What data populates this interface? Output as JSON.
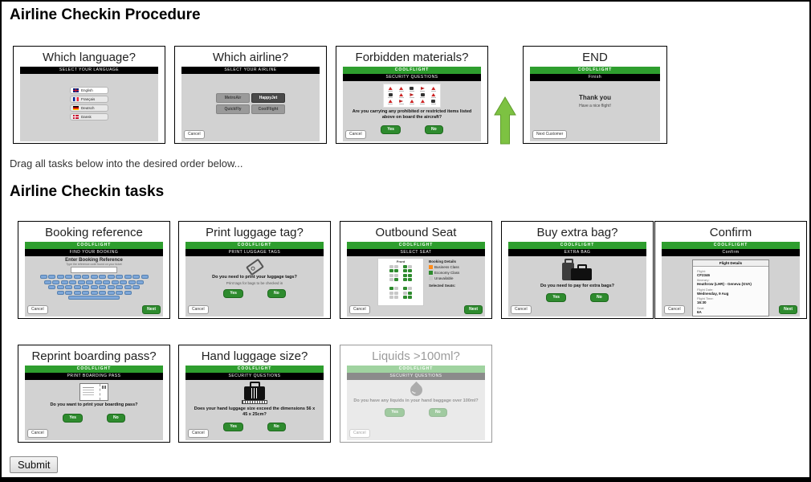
{
  "page": {
    "procedure_heading": "Airline Checkin Procedure",
    "drag_hint": "Drag all tasks below into the desired order below...",
    "tasks_heading": "Airline Checkin tasks",
    "submit_label": "Submit"
  },
  "brand": "COOLFLIGHT",
  "colors": {
    "brand_green": "#2e9e2e",
    "button_green": "#2e8b2e",
    "arrow_green": "#7dc242",
    "screen_gray": "#d2d2d2",
    "keyboard_blue": "#7fa8d9",
    "seat_available": "#2e8b2e",
    "seat_unavailable": "#c8c8c8",
    "legend_orange": "#ff8c1a"
  },
  "procedure": {
    "which_language": {
      "title": "Which language?",
      "bar": "SELECT YOUR LANGUAGE",
      "languages": [
        {
          "label": "English"
        },
        {
          "label": "Français"
        },
        {
          "label": "Deutsch"
        },
        {
          "label": "Dansk"
        }
      ]
    },
    "which_airline": {
      "title": "Which airline?",
      "bar": "SELECT YOUR AIRLINE",
      "airlines": [
        "MetroAir",
        "HappyJet",
        "QuickFly",
        "CoolFlight"
      ],
      "cancel": "Cancel"
    },
    "forbidden": {
      "title": "Forbidden materials?",
      "bar": "SECURITY QUESTIONS",
      "question": "Are you carrying any prohibited or restricted items listed above on board the aircraft?",
      "yes": "Yes",
      "no": "No",
      "cancel": "Cancel"
    },
    "end": {
      "title": "END",
      "bar": "Finish",
      "message": "Thank you",
      "submessage": "Have a nice flight!",
      "button": "Next Customer"
    }
  },
  "tasks": {
    "booking_reference": {
      "title": "Booking reference",
      "bar": "FIND YOUR BOOKING",
      "prompt": "Enter Booking Reference",
      "prompt_sub": "Type the reference code found on your ticket",
      "cancel": "Cancel",
      "next": "Next"
    },
    "print_luggage_tag": {
      "title": "Print luggage tag?",
      "bar": "PRINT LUGGAGE TAGS",
      "question": "Do you need to print your luggage tags?",
      "question_sub": "Print tags for bags to be checked in",
      "yes": "Yes",
      "no": "No",
      "cancel": "Cancel"
    },
    "outbound_seat": {
      "title": "Outbound Seat",
      "bar": "SELECT SEAT",
      "front_label": "Front",
      "legend_title": "Booking Details",
      "legend": [
        {
          "label": "Business Class",
          "color": "#ff8c1a"
        },
        {
          "label": "Economy Class",
          "color": "#2e8b2e"
        },
        {
          "label": "Unavailable",
          "color": "#c8c8c8"
        }
      ],
      "selected_seats_label": "Selected Seats:",
      "cancel": "Cancel",
      "next": "Next"
    },
    "buy_extra_bag": {
      "title": "Buy extra bag?",
      "bar": "EXTRA BAG",
      "question": "Do you need to pay for extra bags?",
      "yes": "Yes",
      "no": "No",
      "cancel": "Cancel"
    },
    "confirm": {
      "title": "Confirm",
      "bar": "Confirm",
      "panel_title": "Flight Details",
      "fields": [
        {
          "label": "Flight:",
          "value": "CF2346"
        },
        {
          "label": "Itinerary:",
          "value": "Heathrow (LHR) - Geneva (GVA)"
        },
        {
          "label": "Flight Date:",
          "value": "Wednesday, 9 Aug"
        },
        {
          "label": "Flight Time:",
          "value": "16:30"
        },
        {
          "label": "Seat:",
          "value": "6A"
        }
      ],
      "cancel": "Cancel",
      "next": "Next"
    },
    "reprint_boarding_pass": {
      "title": "Reprint boarding pass?",
      "bar": "PRINT BOARDING PASS",
      "question": "Do you want to print your boarding pass?",
      "yes": "Yes",
      "no": "No",
      "cancel": "Cancel"
    },
    "hand_luggage": {
      "title": "Hand luggage size?",
      "bar": "SECURITY QUESTIONS",
      "question": "Does your hand luggage size exceed the dimensions 56 x 45 x 25cm?",
      "yes": "Yes",
      "no": "No",
      "cancel": "Cancel"
    },
    "liquids": {
      "title": "Liquids >100ml?",
      "bar": "SECURITY QUESTIONS",
      "question": "Do you have any liquids in your hand baggage over 100ml?",
      "yes": "Yes",
      "no": "No",
      "cancel": "Cancel"
    }
  }
}
